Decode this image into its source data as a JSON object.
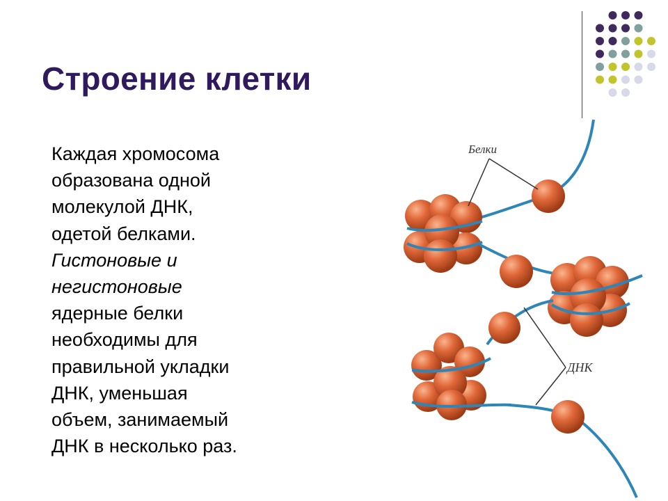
{
  "slide": {
    "title": "Строение клетки",
    "body_lines": [
      {
        "text": "Каждая хромосома",
        "italic": false
      },
      {
        "text": "образована одной",
        "italic": false
      },
      {
        "text": "молекулой ДНК,",
        "italic": false
      },
      {
        "text": "одетой белками.",
        "italic": false
      },
      {
        "text": "Гистоновые и",
        "italic": true
      },
      {
        "text": "негистоновые",
        "italic": true
      },
      {
        "text": "ядерные белки",
        "italic": false
      },
      {
        "text": "необходимы для",
        "italic": false
      },
      {
        "text": "правильной укладки",
        "italic": false
      },
      {
        "text": "ДНК, уменьшая",
        "italic": false
      },
      {
        "text": "объем, занимаемый",
        "italic": false
      },
      {
        "text": "ДНК в несколько раз.",
        "italic": false
      }
    ]
  },
  "illustration": {
    "label_proteins": "Белки",
    "label_dna": "ДНК"
  },
  "colors": {
    "title": "#2e1a5c",
    "dna_strand": "#2e86b8",
    "histone": "#e0683a",
    "dot_purple": "#3f2a5e",
    "dot_teal": "#7fa09c",
    "dot_olive": "#c2c42c",
    "dot_lavender": "#d7d8e8"
  }
}
